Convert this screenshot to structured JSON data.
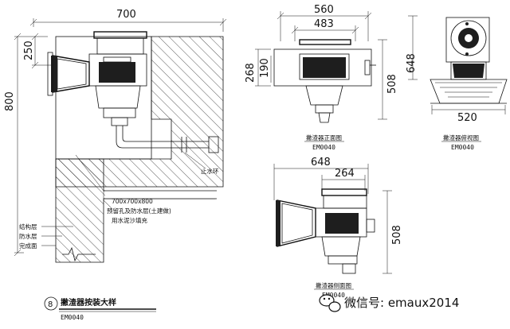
{
  "main_section": {
    "dims": {
      "width": "700",
      "top_height": "250",
      "total_height": "800"
    },
    "labels": {
      "waterstop": "止水环",
      "hole_size": "700x700x800",
      "hole_note": "预留孔及防水层(土建做)",
      "fill_note": "用水泥沙填充",
      "structure_layer": "结构层",
      "waterproof_layer": "防水层",
      "finish_face": "完成面"
    },
    "detail_number": "8",
    "title": "撇渣器按装大样",
    "code": "EM0040"
  },
  "front_view": {
    "dims": {
      "outer_width": "560",
      "inner_width": "483",
      "height_total": "508",
      "height_left": "268",
      "height_opening": "190"
    },
    "title": "撇渣器正面图",
    "code": "EM0040"
  },
  "top_view": {
    "dims": {
      "height": "648",
      "width": "520"
    },
    "title": "撇渣器俯视图",
    "code": "EM0040"
  },
  "side_view": {
    "dims": {
      "overall_width": "648",
      "inner_width": "264",
      "height": "508"
    },
    "title": "撇渣器侧面图",
    "code": "EM0040"
  },
  "watermark": {
    "text": "微信号: emaux2014",
    "icon": "wechat-icon"
  }
}
